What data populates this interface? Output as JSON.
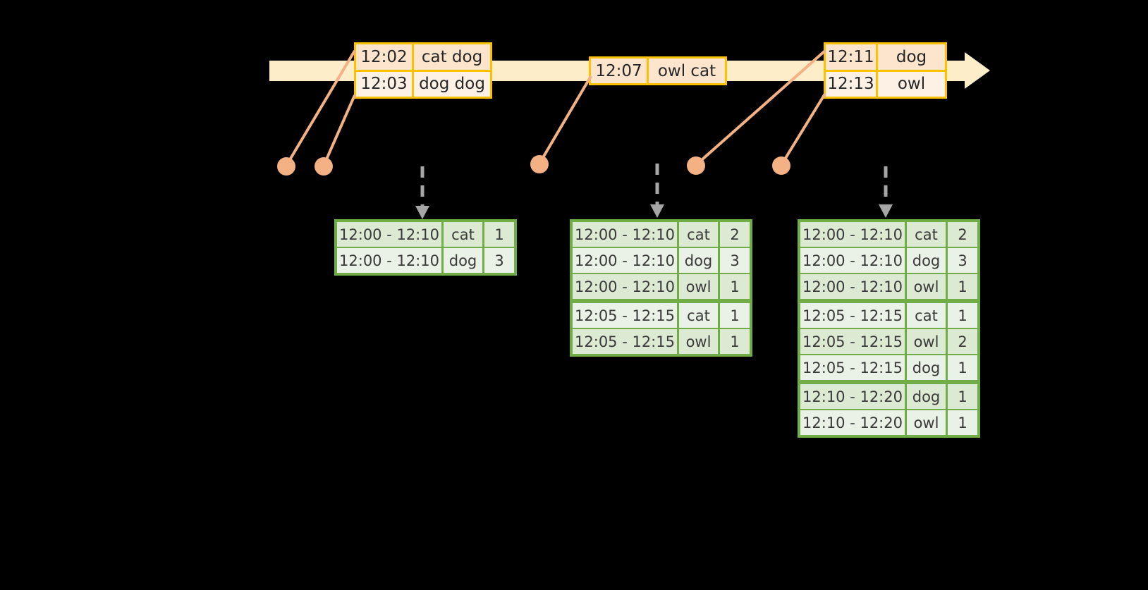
{
  "diagram": {
    "title": "sliding-window-event-count-diagram",
    "colors": {
      "background": "#000000",
      "timeline": "#fdeec9",
      "event_border": "#ffc000",
      "event_fill_dark": "#fce4cd",
      "event_fill_light": "#fdf1e6",
      "connector": "#f4b183",
      "table_border": "#70ad47",
      "table_fill_dark": "#dce9d3",
      "table_fill_light": "#eaf1e6",
      "dash_arrow": "#a6a6a6"
    }
  },
  "timeline": {
    "name": "event-stream-timeline",
    "events": [
      {
        "id": "event-group-1",
        "rows": [
          {
            "time": "12:02",
            "words": "cat dog"
          },
          {
            "time": "12:03",
            "words": "dog dog"
          }
        ]
      },
      {
        "id": "event-group-2",
        "rows": [
          {
            "time": "12:07",
            "words": "owl cat"
          }
        ]
      },
      {
        "id": "event-group-3",
        "rows": [
          {
            "time": "12:11",
            "words": "dog"
          },
          {
            "time": "12:13",
            "words": "owl"
          }
        ]
      }
    ]
  },
  "results": [
    {
      "id": "result-table-1",
      "groups": [
        {
          "rows": [
            {
              "window": "12:00 - 12:10",
              "word": "cat",
              "count": "1"
            },
            {
              "window": "12:00 - 12:10",
              "word": "dog",
              "count": "3"
            }
          ]
        }
      ]
    },
    {
      "id": "result-table-2",
      "groups": [
        {
          "rows": [
            {
              "window": "12:00 - 12:10",
              "word": "cat",
              "count": "2"
            },
            {
              "window": "12:00 - 12:10",
              "word": "dog",
              "count": "3"
            },
            {
              "window": "12:00 - 12:10",
              "word": "owl",
              "count": "1"
            }
          ]
        },
        {
          "rows": [
            {
              "window": "12:05 - 12:15",
              "word": "cat",
              "count": "1"
            },
            {
              "window": "12:05 - 12:15",
              "word": "owl",
              "count": "1"
            }
          ]
        }
      ]
    },
    {
      "id": "result-table-3",
      "groups": [
        {
          "rows": [
            {
              "window": "12:00 - 12:10",
              "word": "cat",
              "count": "2"
            },
            {
              "window": "12:00 - 12:10",
              "word": "dog",
              "count": "3"
            },
            {
              "window": "12:00 - 12:10",
              "word": "owl",
              "count": "1"
            }
          ]
        },
        {
          "rows": [
            {
              "window": "12:05 - 12:15",
              "word": "cat",
              "count": "1"
            },
            {
              "window": "12:05 - 12:15",
              "word": "owl",
              "count": "2"
            },
            {
              "window": "12:05 - 12:15",
              "word": "dog",
              "count": "1"
            }
          ]
        },
        {
          "rows": [
            {
              "window": "12:10 - 12:20",
              "word": "dog",
              "count": "1"
            },
            {
              "window": "12:10 - 12:20",
              "word": "owl",
              "count": "1"
            }
          ]
        }
      ]
    }
  ]
}
